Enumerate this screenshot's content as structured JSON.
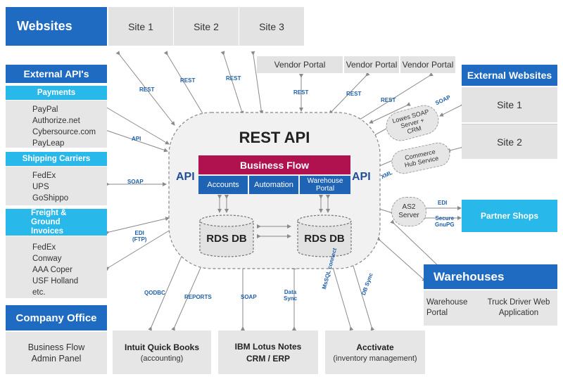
{
  "websites": {
    "title": "Websites",
    "sites": [
      "Site 1",
      "Site 2",
      "Site 3"
    ]
  },
  "vendor_portals": [
    "Vendor Portal",
    "Vendor Portal",
    "Vendor Portal"
  ],
  "external_apis": {
    "title": "External API's",
    "payments": {
      "title": "Payments",
      "items": [
        "PayPal",
        "Authorize.net",
        "Cybersource.com",
        "PayLeap"
      ]
    },
    "shipping": {
      "title": "Shipping Carriers",
      "items": [
        "FedEx",
        "UPS",
        "GoShippo"
      ]
    },
    "freight": {
      "title": "Freight & Ground Invoices",
      "items": [
        "FedEx",
        "Conway",
        "AAA Coper",
        "USF Holland",
        "etc."
      ]
    }
  },
  "company_office": {
    "title": "Company Office",
    "line1": "Business Flow",
    "line2": "Admin Panel"
  },
  "external_websites": {
    "title": "External Websites",
    "sites": [
      "Site 1",
      "Site 2"
    ]
  },
  "partner_shops": {
    "title": "Partner Shops"
  },
  "warehouses": {
    "title": "Warehouses",
    "cell1": "Warehouse Portal",
    "cell2": "Truck Driver Web Application"
  },
  "core": {
    "title": "REST API",
    "api_left": "API",
    "api_right": "API",
    "business_flow": "Business Flow",
    "modules": [
      "Accounts",
      "Automation",
      "Warehouse Portal"
    ],
    "db1": "RDS DB",
    "db2": "RDS DB"
  },
  "bubbles": {
    "lowes": "Lowes SOAP Server + CRM",
    "commerce": "Commerce Hub Service",
    "as2": "AS2 Server"
  },
  "bottom": {
    "quickbooks_title": "Intuit Quick Books",
    "quickbooks_sub": "(accounting)",
    "lotus_title": "IBM Lotus Notes",
    "lotus_sub": "CRM / ERP",
    "activate_title": "Acctivate",
    "activate_sub": "(inventory management)"
  },
  "labels": {
    "rest": "REST",
    "api": "API",
    "soap": "SOAP",
    "edi_ftp_1": "EDI",
    "edi_ftp_2": "(FTP)",
    "qodbc": "QODBC",
    "reports": "REPORTS",
    "data_sync_1": "Data",
    "data_sync_2": "Sync",
    "mssql": "MsSQL connect",
    "db_sync": "DB Sync",
    "xml": "XML",
    "edi": "EDI",
    "secure_1": "Secure",
    "secure_2": "GnuPG"
  },
  "colors": {
    "blue": "#1f6bc2",
    "cyan": "#29b8ea",
    "magenta": "#b0124f",
    "module_blue": "#1f63b5",
    "grey": "#e3e3e3"
  }
}
